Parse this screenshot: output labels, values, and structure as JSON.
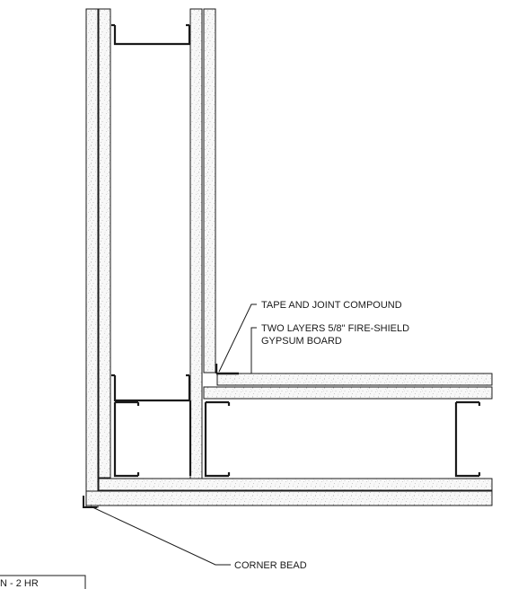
{
  "labels": {
    "tape_and_joint": "TAPE AND JOINT COMPOUND",
    "two_layers_line1": "TWO LAYERS 5/8\" FIRE-SHIELD",
    "two_layers_line2": "GYPSUM BOARD",
    "corner_bead": "CORNER BEAD"
  },
  "title_block": {
    "text": "N - 2 HR"
  },
  "colors": {
    "line": "#1a1a1a",
    "board_fill": "#f7f7f7",
    "speckle": "#8a8a8a"
  }
}
